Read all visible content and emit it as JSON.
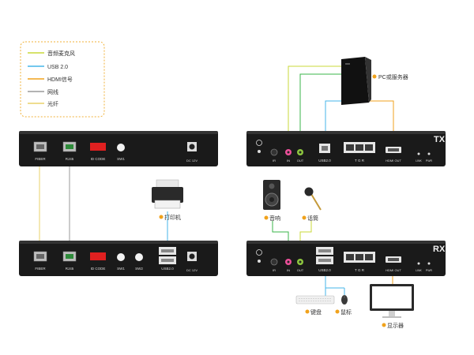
{
  "legend": {
    "items": [
      {
        "label": "音频麦克风",
        "color": "#c8d93a"
      },
      {
        "label": "USB 2.0",
        "color": "#45b6e8"
      },
      {
        "label": "HDMI信号",
        "color": "#f0a21c"
      },
      {
        "label": "网线",
        "color": "#9a9a9a"
      },
      {
        "label": "光纤",
        "color": "#e8d26a"
      }
    ]
  },
  "pc_label": "PC或服务器",
  "printer_label": "打印机",
  "speaker_label": "音响",
  "mic_label": "话筒",
  "keyboard_label": "键盘",
  "mouse_label": "鼠标",
  "monitor_label": "显示器",
  "left_top": {
    "fiber": "FIBER",
    "rj45": "RJ45",
    "idcode": "ID CODE",
    "sw1": "SW1",
    "dc": "DC 12V"
  },
  "left_bottom": {
    "fiber": "FIBER",
    "rj45": "RJ45",
    "idcode": "ID CODE",
    "sw1": "SW1",
    "sw2": "SW2",
    "usb": "USB2.0",
    "dc": "DC 12V"
  },
  "tx": {
    "badge": "TX",
    "ir": "IR",
    "in": "IN",
    "out": "OUT",
    "usb": "USB2.0",
    "tgr": "T G R",
    "hdmi": "HDMI OUT",
    "link": "LINK",
    "pwr": "PWR"
  },
  "rx": {
    "badge": "RX",
    "ir": "IR",
    "in": "IN",
    "out": "OUT",
    "usb": "USB2.0",
    "tgr": "T G R",
    "hdmi": "HDMI OUT",
    "link": "LINK",
    "pwr": "PWR"
  }
}
